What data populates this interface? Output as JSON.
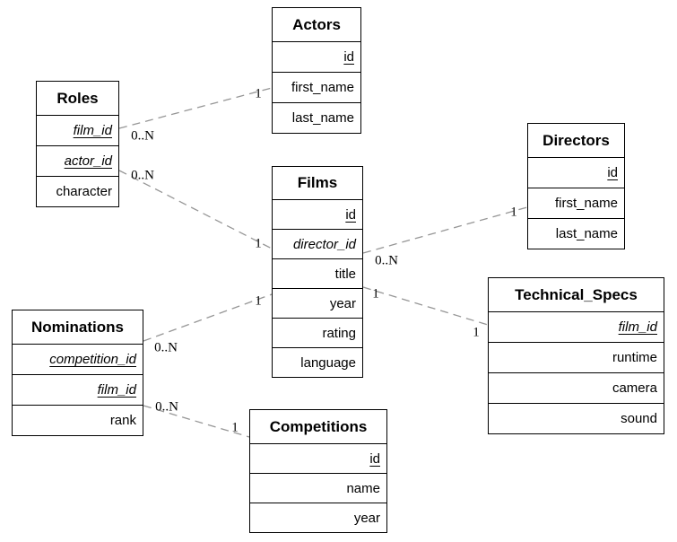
{
  "diagram": {
    "type": "entity-relationship-schema",
    "colors": {
      "background": "#ffffff",
      "table_border": "#000000",
      "table_fill": "#ffffff",
      "text": "#000000",
      "relationship_line": "#969696"
    },
    "tables": {
      "actors": {
        "title": "Actors",
        "attrs": [
          {
            "label": "id",
            "key": "primary"
          },
          {
            "label": "first_name",
            "key": "none"
          },
          {
            "label": "last_name",
            "key": "none"
          }
        ]
      },
      "roles": {
        "title": "Roles",
        "attrs": [
          {
            "label": "film_id",
            "key": "primary-foreign"
          },
          {
            "label": "actor_id",
            "key": "primary-foreign"
          },
          {
            "label": "character",
            "key": "none"
          }
        ]
      },
      "films": {
        "title": "Films",
        "attrs": [
          {
            "label": "id",
            "key": "primary"
          },
          {
            "label": "director_id",
            "key": "foreign"
          },
          {
            "label": "title",
            "key": "none"
          },
          {
            "label": "year",
            "key": "none"
          },
          {
            "label": "rating",
            "key": "none"
          },
          {
            "label": "language",
            "key": "none"
          }
        ]
      },
      "directors": {
        "title": "Directors",
        "attrs": [
          {
            "label": "id",
            "key": "primary"
          },
          {
            "label": "first_name",
            "key": "none"
          },
          {
            "label": "last_name",
            "key": "none"
          }
        ]
      },
      "technical_specs": {
        "title": "Technical_Specs",
        "attrs": [
          {
            "label": "film_id",
            "key": "primary-foreign"
          },
          {
            "label": "runtime",
            "key": "none"
          },
          {
            "label": "camera",
            "key": "none"
          },
          {
            "label": "sound",
            "key": "none"
          }
        ]
      },
      "nominations": {
        "title": "Nominations",
        "attrs": [
          {
            "label": "competition_id",
            "key": "primary-foreign"
          },
          {
            "label": "film_id",
            "key": "primary-foreign"
          },
          {
            "label": "rank",
            "key": "none"
          }
        ]
      },
      "competitions": {
        "title": "Competitions",
        "attrs": [
          {
            "label": "id",
            "key": "primary"
          },
          {
            "label": "name",
            "key": "none"
          },
          {
            "label": "year",
            "key": "none"
          }
        ]
      }
    },
    "relationships": {
      "roles_actors": {
        "from": "Roles",
        "to": "Actors",
        "from_card": "0..N",
        "to_card": "1"
      },
      "roles_films": {
        "from": "Roles",
        "to": "Films",
        "from_card": "0..N",
        "to_card": "1"
      },
      "films_directors": {
        "from": "Films",
        "to": "Directors",
        "from_card": "0..N",
        "to_card": "1"
      },
      "films_technical_specs": {
        "from": "Films",
        "to": "Technical_Specs",
        "from_card": "1",
        "to_card": "1"
      },
      "nominations_films": {
        "from": "Nominations",
        "to": "Films",
        "from_card": "0..N",
        "to_card": "1"
      },
      "nominations_competitions": {
        "from": "Nominations",
        "to": "Competitions",
        "from_card": "0..N",
        "to_card": "1"
      }
    }
  }
}
